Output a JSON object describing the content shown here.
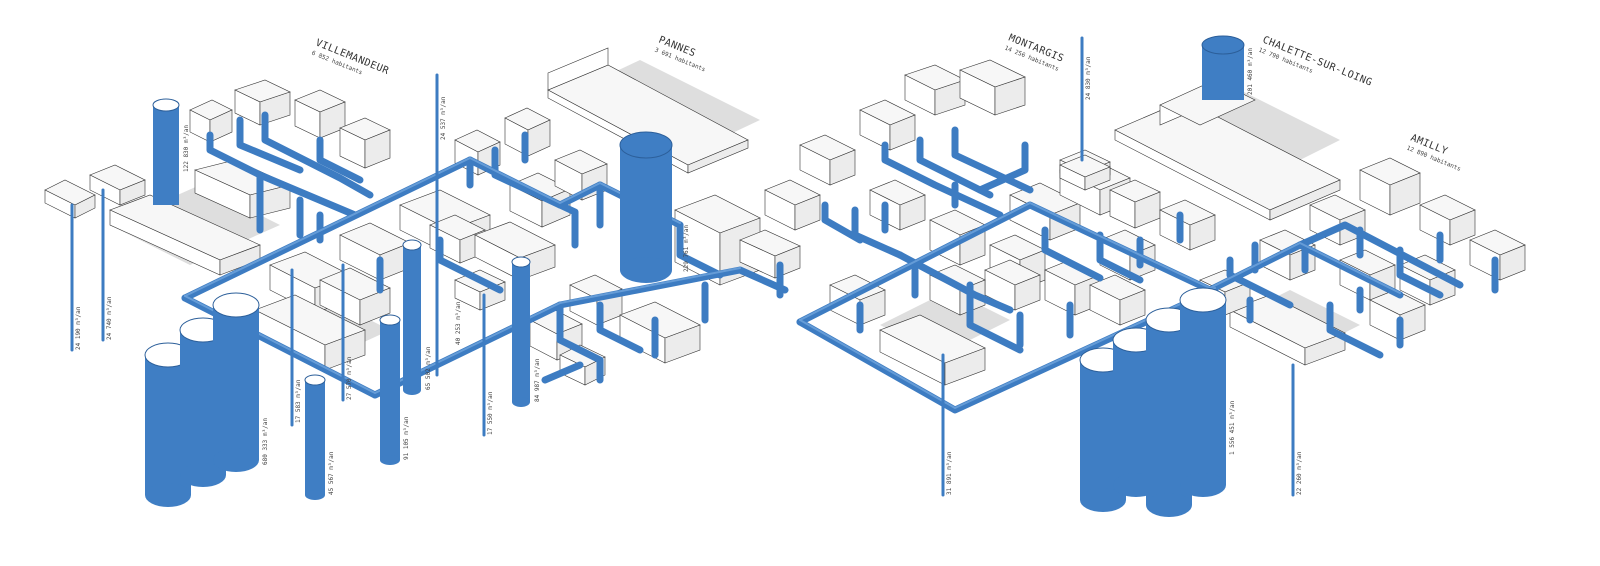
{
  "towns": [
    {
      "id": "villemandeur",
      "name": "VILLEMANDEUR",
      "population": "6 852 habitants"
    },
    {
      "id": "pannes",
      "name": "PANNES",
      "population": "3 691 habitants"
    },
    {
      "id": "montargis",
      "name": "MONTARGIS",
      "population": "14 256 habitants"
    },
    {
      "id": "chalette",
      "name": "CHALETTE-SUR-LOING",
      "population": "12 790 habitants"
    },
    {
      "id": "amilly",
      "name": "AMILLY",
      "population": "12 890 habitants"
    }
  ],
  "volumes": [
    {
      "id": "v1",
      "label": "24 190 m³/an"
    },
    {
      "id": "v2",
      "label": "24 740 m³/an"
    },
    {
      "id": "v3",
      "label": "122 830 m³/an"
    },
    {
      "id": "v4",
      "label": "680 333 m³/an"
    },
    {
      "id": "v5",
      "label": "17 583 m³/an"
    },
    {
      "id": "v6",
      "label": "27 570 m³/an"
    },
    {
      "id": "v7",
      "label": "45 567 m³/an"
    },
    {
      "id": "v8",
      "label": "91 105 m³/an"
    },
    {
      "id": "v9",
      "label": "65 502 m³/an"
    },
    {
      "id": "v10",
      "label": "40 253 m³/an"
    },
    {
      "id": "v11",
      "label": "24 537 m³/an"
    },
    {
      "id": "v12",
      "label": "17 550 m³/an"
    },
    {
      "id": "v13",
      "label": "84 987 m³/an"
    },
    {
      "id": "v14",
      "label": "229 761 m³/an"
    },
    {
      "id": "v15",
      "label": "24 830 m³/an"
    },
    {
      "id": "v16",
      "label": "201 460 m³/an"
    },
    {
      "id": "v17",
      "label": "31 891 m³/an"
    },
    {
      "id": "v18",
      "label": "1 556 451 m³/an"
    },
    {
      "id": "v19",
      "label": "22 260 m³/an"
    }
  ],
  "colors": {
    "pipe": "#3d7cc2",
    "pipe_highlight": "#6fa4dc",
    "tank": "#3f7ec4",
    "building_line": "#333333",
    "building_shadow": "#dedede",
    "background": "#ffffff"
  }
}
